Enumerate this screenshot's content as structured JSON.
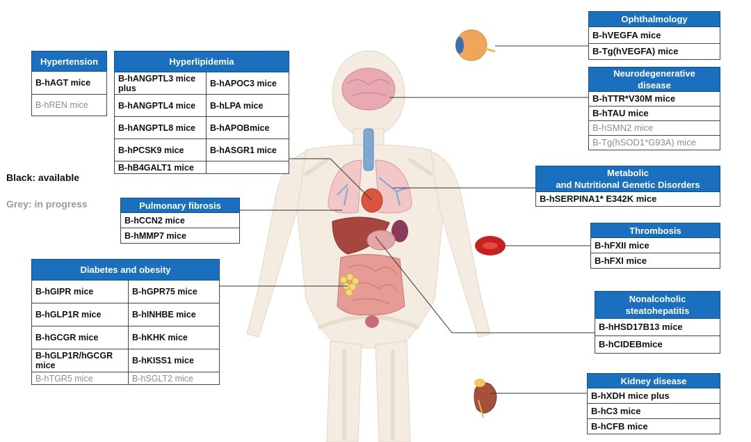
{
  "legend": {
    "available": "Black: available",
    "in_progress": "Grey: in progress"
  },
  "colors": {
    "header": "#1a6fbf",
    "available": "#111111",
    "in_progress": "#8c8c8c"
  },
  "panels": {
    "hypertension": {
      "title": "Hypertension",
      "items": [
        {
          "label": "B-hAGT mice",
          "status": "available"
        },
        {
          "label": "B-hREN mice",
          "status": "in_progress"
        }
      ]
    },
    "hyperlipidemia": {
      "title": "Hyperlipidemia",
      "items": [
        {
          "label": "B-hANGPTL3 mice plus",
          "status": "available"
        },
        {
          "label": "B-hAPOC3 mice",
          "status": "available"
        },
        {
          "label": "B-hANGPTL4 mice",
          "status": "available"
        },
        {
          "label": "B-hLPA mice",
          "status": "available"
        },
        {
          "label": "B-hANGPTL8 mice",
          "status": "available"
        },
        {
          "label": "B-hAPOBmice",
          "status": "available"
        },
        {
          "label": "B-hPCSK9 mice",
          "status": "available"
        },
        {
          "label": "B-hASGR1 mice",
          "status": "available"
        },
        {
          "label": "B-hB4GALT1 mice",
          "status": "available"
        },
        {
          "label": "",
          "status": "available"
        }
      ]
    },
    "pulmonary_fibrosis": {
      "title": "Pulmonary fibrosis",
      "items": [
        {
          "label": "B-hCCN2 mice",
          "status": "available"
        },
        {
          "label": "B-hMMP7 mice",
          "status": "available"
        }
      ]
    },
    "diabetes": {
      "title": "Diabetes and obesity",
      "items": [
        {
          "label": "B-hGIPR mice",
          "status": "available"
        },
        {
          "label": "B-hGPR75 mice",
          "status": "available"
        },
        {
          "label": "B-hGLP1R mice",
          "status": "available"
        },
        {
          "label": "B-hINHBE mice",
          "status": "available"
        },
        {
          "label": "B-hGCGR mice",
          "status": "available"
        },
        {
          "label": "B-hKHK mice",
          "status": "available"
        },
        {
          "label": "B-hGLP1R/hGCGR mice",
          "status": "available"
        },
        {
          "label": "B-hKISS1 mice",
          "status": "available"
        },
        {
          "label": "B-hTGR5 mice",
          "status": "in_progress"
        },
        {
          "label": "B-hSGLT2  mice",
          "status": "in_progress"
        }
      ]
    },
    "ophthalmology": {
      "title": "Ophthalmology",
      "items": [
        {
          "label": "B-hVEGFA mice",
          "status": "available"
        },
        {
          "label": "B-Tg(hVEGFA) mice",
          "status": "available"
        }
      ]
    },
    "neuro": {
      "title_line1": "Neurodegenerative",
      "title_line2": "disease",
      "items": [
        {
          "label": "B-hTTR*V30M mice",
          "status": "available"
        },
        {
          "label": "B-hTAU mice",
          "status": "available"
        },
        {
          "label": "B-hSMN2 mice",
          "status": "in_progress"
        },
        {
          "label": "B-Tg(hSOD1*G93A) mice",
          "status": "in_progress"
        }
      ]
    },
    "metabolic": {
      "title_line1": "Metabolic",
      "title_line2": "and Nutritional Genetic Disorders",
      "items": [
        {
          "label": "B-hSERPINA1* E342K mice",
          "status": "available"
        }
      ]
    },
    "thrombosis": {
      "title": "Thrombosis",
      "items": [
        {
          "label": "B-hFXII mice",
          "status": "available"
        },
        {
          "label": "B-hFXI mice",
          "status": "available"
        }
      ]
    },
    "nash": {
      "title_line1": "Nonalcoholic",
      "title_line2": "steatohepatitis",
      "items": [
        {
          "label": "B-hHSD17B13 mice",
          "status": "available"
        },
        {
          "label": "B-hCIDEBmice",
          "status": "available"
        }
      ]
    },
    "kidney": {
      "title": "Kidney  disease",
      "items": [
        {
          "label": "B-hXDH mice plus",
          "status": "available"
        },
        {
          "label": "B-hC3 mice",
          "status": "available"
        },
        {
          "label": "B-hCFB mice",
          "status": "available"
        }
      ]
    }
  }
}
